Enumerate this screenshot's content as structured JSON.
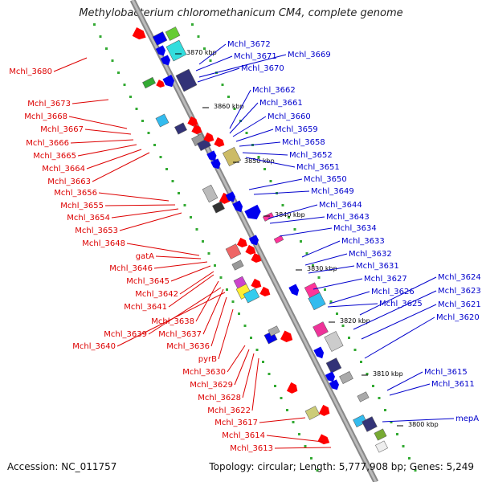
{
  "title": "Methylobacterium chloromethanicum CM4, complete genome",
  "footer": {
    "accession": "Accession: NC_011757",
    "summary": "Topology: circular; Length: 5,777,908 bp; Genes: 5,249"
  },
  "colors": {
    "minus_strand": "#ff0000",
    "plus_strand": "#0000ee",
    "minus_label": "#dd0000",
    "plus_label": "#0000cc",
    "backbone": "#999999",
    "track_dots": "#33aa33"
  },
  "ticks": [
    "3870 kbp",
    "3860 kbp",
    "3850 kbp",
    "3840 kbp",
    "3830 kbp",
    "3820 kbp",
    "3810 kbp",
    "3800 kbp"
  ],
  "left_labels": [
    "Mchl_3680",
    "Mchl_3673",
    "Mchl_3668",
    "Mchl_3667",
    "Mchl_3666",
    "Mchl_3665",
    "Mchl_3664",
    "Mchl_3663",
    "Mchl_3656",
    "Mchl_3655",
    "Mchl_3654",
    "Mchl_3653",
    "Mchl_3648",
    "gatA",
    "Mchl_3646",
    "Mchl_3645",
    "Mchl_3642",
    "Mchl_3641",
    "Mchl_3638",
    "Mchl_3639",
    "Mchl_3637",
    "Mchl_3640",
    "Mchl_3636",
    "pyrB",
    "Mchl_3630",
    "Mchl_3629",
    "Mchl_3628",
    "Mchl_3622",
    "Mchl_3617",
    "Mchl_3614",
    "Mchl_3613"
  ],
  "right_labels": [
    "Mchl_3672",
    "Mchl_3671",
    "Mchl_3669",
    "Mchl_3670",
    "Mchl_3662",
    "Mchl_3661",
    "Mchl_3660",
    "Mchl_3659",
    "Mchl_3658",
    "Mchl_3652",
    "Mchl_3651",
    "Mchl_3650",
    "Mchl_3649",
    "Mchl_3644",
    "Mchl_3643",
    "Mchl_3634",
    "Mchl_3633",
    "Mchl_3632",
    "Mchl_3631",
    "Mchl_3627",
    "Mchl_3624",
    "Mchl_3626",
    "Mchl_3623",
    "Mchl_3625",
    "Mchl_3621",
    "Mchl_3620",
    "Mchl_3615",
    "Mchl_3611",
    "mepA"
  ]
}
